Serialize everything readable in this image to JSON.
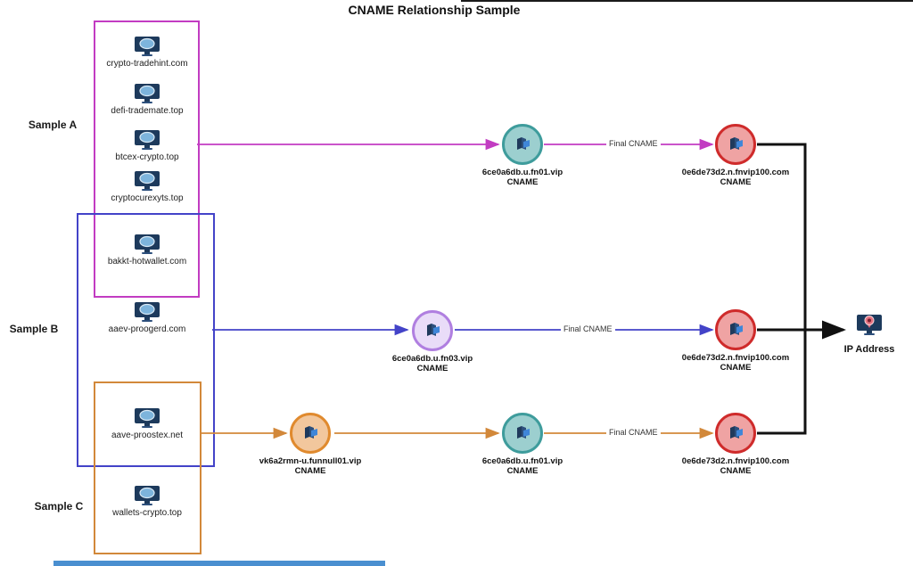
{
  "title": "CNAME Relationship Sample",
  "samples": [
    {
      "label": "Sample A",
      "box_color": "#c23cc2"
    },
    {
      "label": "Sample B",
      "box_color": "#4343c8"
    },
    {
      "label": "Sample C",
      "box_color": "#d2883a"
    }
  ],
  "domains": [
    {
      "name": "crypto-tradehint.com",
      "group": "Sample A"
    },
    {
      "name": "defi-trademate.top",
      "group": "Sample A"
    },
    {
      "name": "btcex-crypto.top",
      "group": "Sample A"
    },
    {
      "name": "cryptocurexyts.top",
      "group": "Sample A"
    },
    {
      "name": "bakkt-hotwallet.com",
      "group": "Sample A / Sample B"
    },
    {
      "name": "aaev-proogerd.com",
      "group": "Sample B"
    },
    {
      "name": "aave-proostex.net",
      "group": "Sample B / Sample C"
    },
    {
      "name": "wallets-crypto.top",
      "group": "Sample C"
    }
  ],
  "nodes": {
    "a_mid": {
      "name": "6ce0a6db.u.fn01.vip",
      "type": "CNAME",
      "circle_color": "#3e9c9c"
    },
    "a_final": {
      "name": "0e6de73d2.n.fnvip100.com",
      "type": "CNAME",
      "circle_color": "#cf2b2b"
    },
    "b_mid": {
      "name": "6ce0a6db.u.fn03.vip",
      "type": "CNAME",
      "circle_color": "#b07fe0"
    },
    "b_final": {
      "name": "0e6de73d2.n.fnvip100.com",
      "type": "CNAME",
      "circle_color": "#cf2b2b"
    },
    "c_first": {
      "name": "vk6a2rmn-u.funnull01.vip",
      "type": "CNAME",
      "circle_color": "#e08a2e"
    },
    "c_mid": {
      "name": "6ce0a6db.u.fn01.vip",
      "type": "CNAME",
      "circle_color": "#3e9c9c"
    },
    "c_final": {
      "name": "0e6de73d2.n.fnvip100.com",
      "type": "CNAME",
      "circle_color": "#cf2b2b"
    }
  },
  "edge_labels": {
    "a": "Final CNAME",
    "b": "Final CNAME",
    "c": "Final CNAME"
  },
  "ip_node": {
    "label": "IP Address"
  },
  "colors": {
    "sample_a": "#c23cc2",
    "sample_b": "#4343c8",
    "sample_c": "#d2883a",
    "final_ip_line": "#111111",
    "red_node": "#cf2b2b",
    "teal_node": "#3e9c9c",
    "purple_node": "#b07fe0",
    "orange_node": "#e08a2e"
  }
}
